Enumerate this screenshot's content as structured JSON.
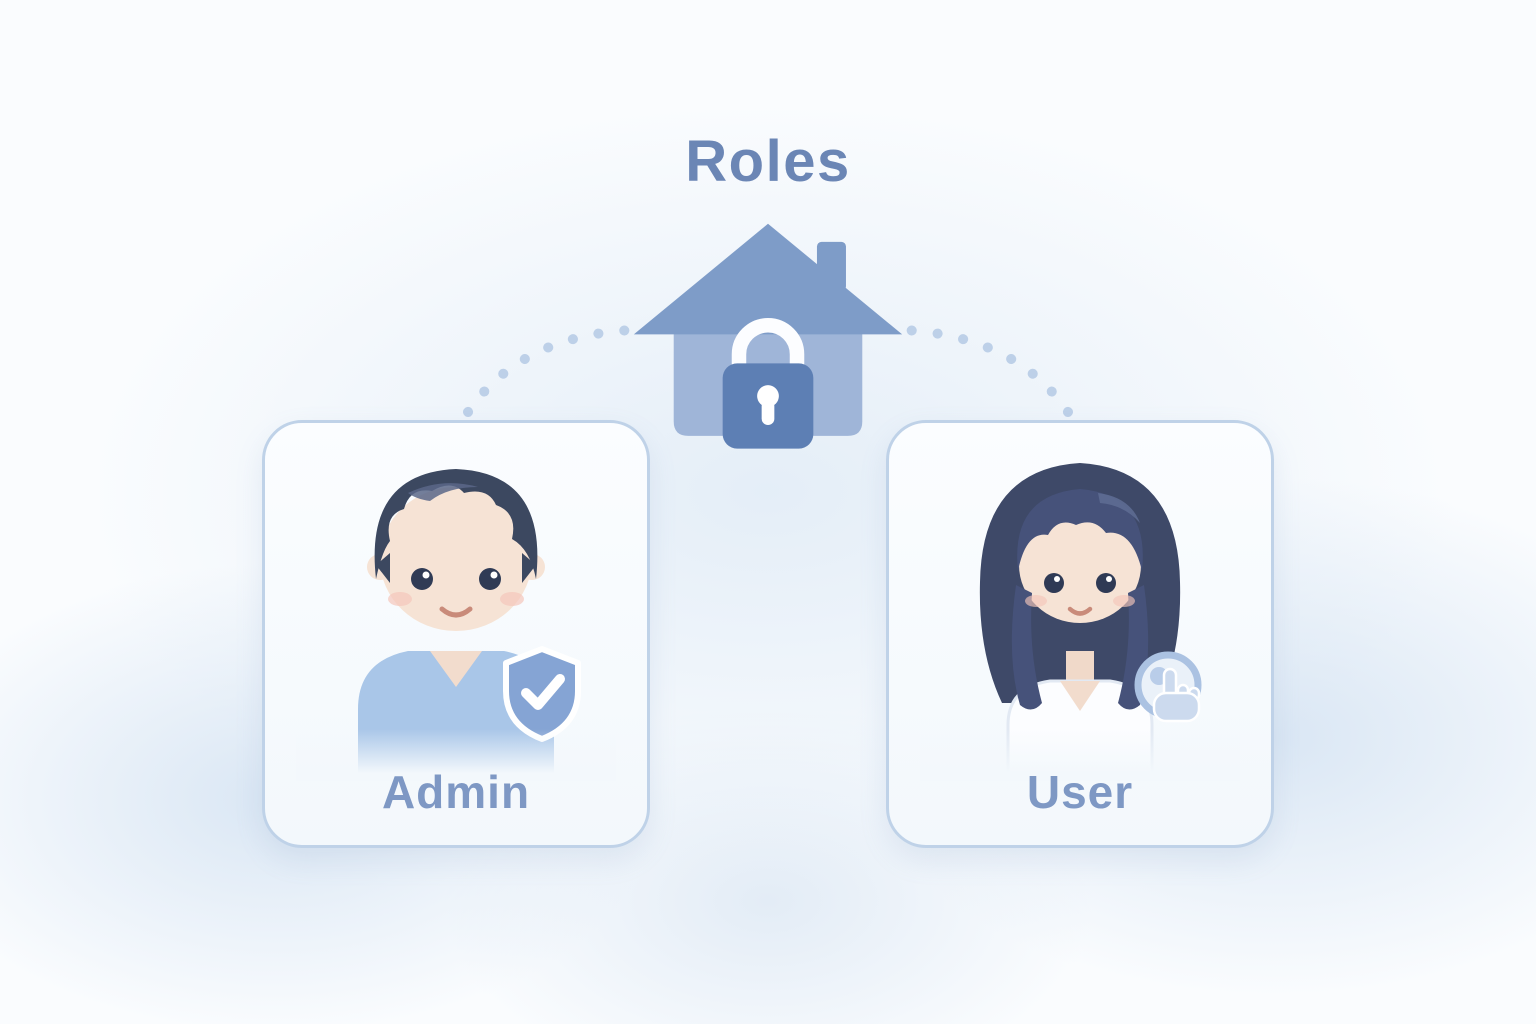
{
  "title": "Roles",
  "center": {
    "icon": "house-with-lock"
  },
  "cards": [
    {
      "label": "Admin",
      "avatar": "boy-avatar",
      "badge_icon": "shield-check-icon"
    },
    {
      "label": "User",
      "avatar": "girl-avatar",
      "badge_icon": "cursor-click-icon"
    }
  ],
  "colors": {
    "title_text": "#6b86b5",
    "label_text": "#7e98c4",
    "card_border": "#bfd2e8",
    "roof": "#7e9cc8",
    "house_body": "#9fb5d8",
    "lock_body": "#5d7fb4",
    "connector_dots": "#bdd0e8"
  }
}
